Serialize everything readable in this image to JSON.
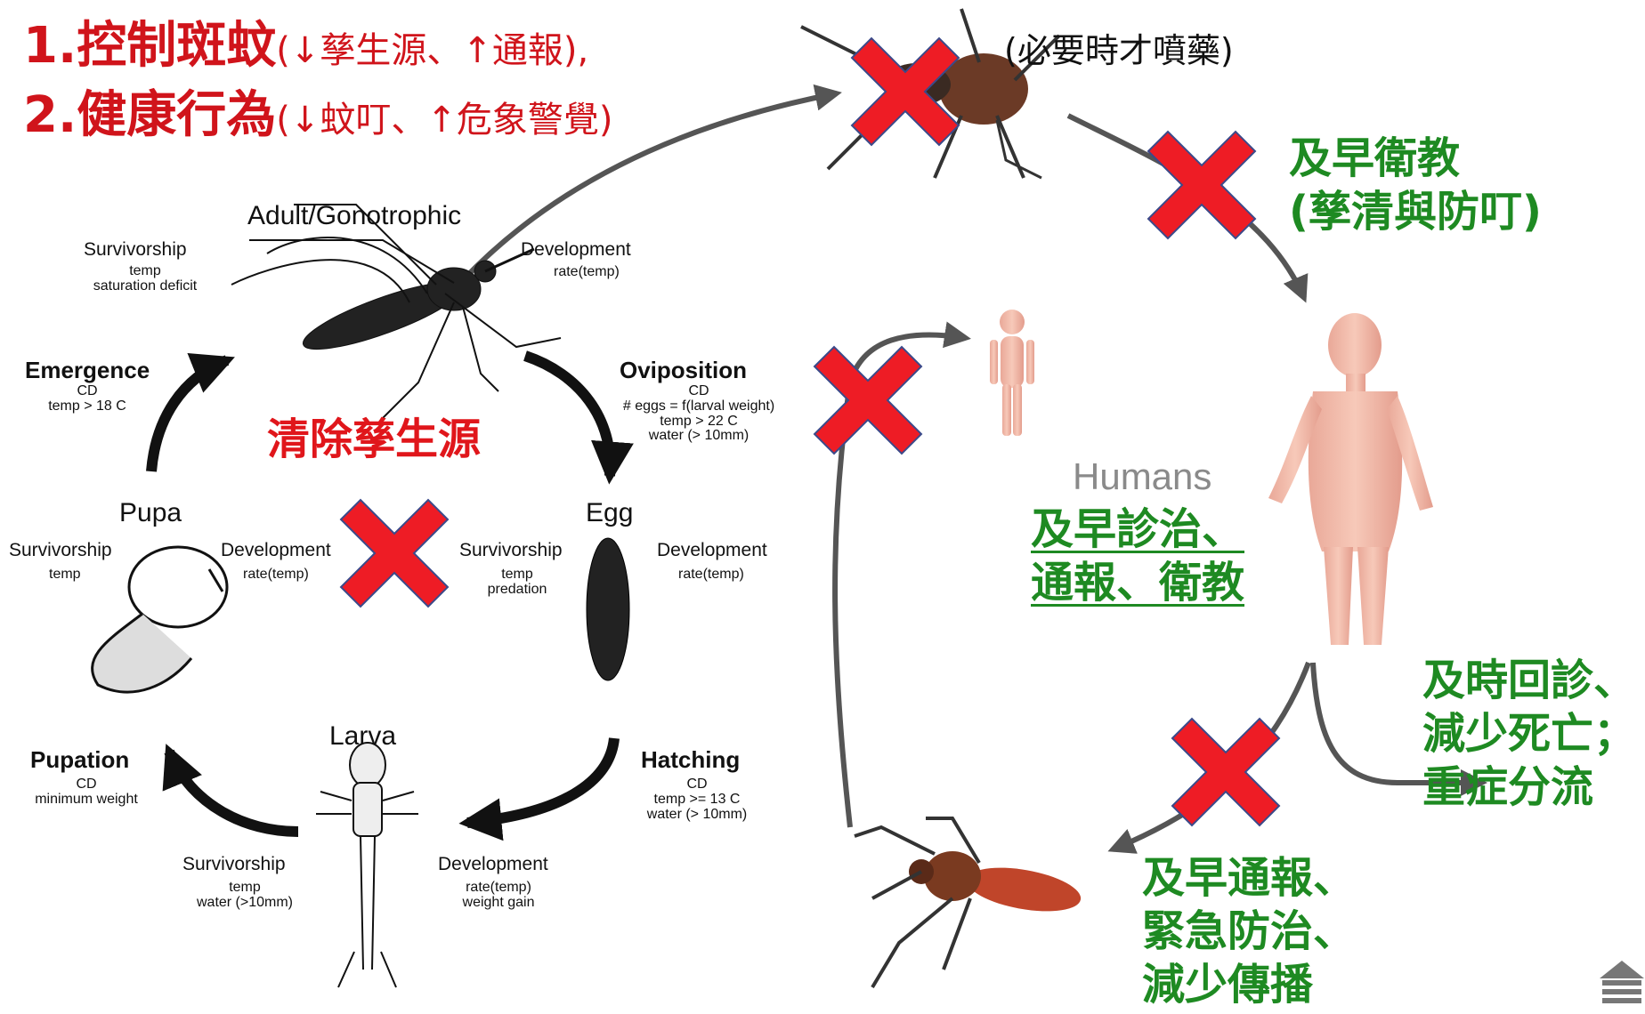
{
  "title": {
    "line1_num": "1.控制斑蚊",
    "line1_paren": "(↓孳生源、↑通報),",
    "line2_num": "2.健康行為",
    "line2_paren": "(↓蚊叮、↑危象警覺)"
  },
  "spray_note": "(必要時才噴藥)",
  "early_education": [
    "及早衛教",
    "(孳清與防叮)"
  ],
  "early_treatment": [
    "及早診治、",
    "通報、衛教"
  ],
  "timely_revisit": [
    "及時回診、",
    "減少死亡；",
    "重症分流"
  ],
  "early_report": [
    "及早通報、",
    "緊急防治、",
    "減少傳播"
  ],
  "clear_breeding": "清除孳生源",
  "humans_label": "Humans",
  "lifecycle": {
    "adult": {
      "title": "Adult/Gonotrophic",
      "survivorship": "Survivorship",
      "survivorship_detail": [
        "temp",
        "saturation deficit"
      ],
      "development": "Development",
      "development_detail": "rate(temp)"
    },
    "emergence": {
      "title": "Emergence",
      "detail": [
        "CD",
        "temp > 18 C"
      ]
    },
    "oviposition": {
      "title": "Oviposition",
      "detail": [
        "CD",
        "# eggs = f(larval weight)",
        "temp > 22 C",
        "water (> 10mm)"
      ]
    },
    "pupa": {
      "title": "Pupa",
      "survivorship": "Survivorship",
      "survivorship_detail": "temp",
      "development": "Development",
      "development_detail": "rate(temp)"
    },
    "egg": {
      "title": "Egg",
      "survivorship": "Survivorship",
      "survivorship_detail": [
        "temp",
        "predation"
      ],
      "development": "Development",
      "development_detail": "rate(temp)"
    },
    "pupation": {
      "title": "Pupation",
      "detail": [
        "CD",
        "minimum weight"
      ]
    },
    "hatching": {
      "title": "Hatching",
      "detail": [
        "CD",
        "temp >= 13 C",
        "water (> 10mm)"
      ]
    },
    "larva": {
      "title": "Larva",
      "survivorship": "Survivorship",
      "survivorship_detail": [
        "temp",
        "water (>10mm)"
      ],
      "development": "Development",
      "development_detail": [
        "rate(temp)",
        "weight gain"
      ]
    }
  },
  "colors": {
    "red_title": "#d0141b",
    "green_text": "#1e8a22",
    "cross_fill": "#ee1c25",
    "cross_stroke": "#3b4a8a",
    "arrow_gray": "#555555"
  }
}
